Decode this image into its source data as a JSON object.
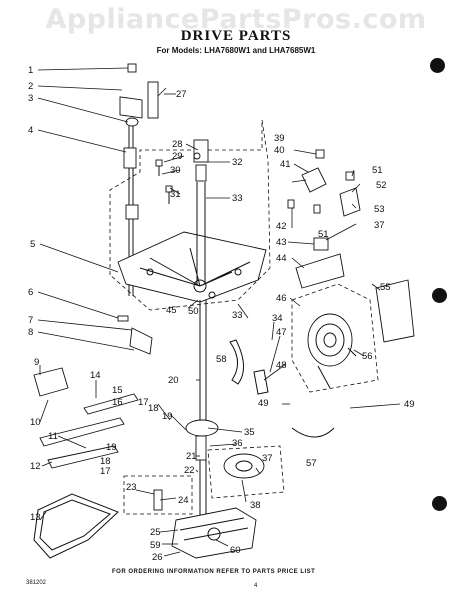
{
  "watermark": "AppliancePartsPros.com",
  "title": "DRIVE PARTS",
  "subtitle": "For Models: LHA7680W1 and LHA7685W1",
  "footer": "FOR ORDERING INFORMATION REFER TO PARTS PRICE LIST",
  "code": "381202",
  "page_number": "4",
  "callouts": [
    "1",
    "2",
    "3",
    "4",
    "5",
    "6",
    "7",
    "8",
    "9",
    "10",
    "11",
    "12",
    "13",
    "14",
    "15",
    "16",
    "17",
    "18",
    "19",
    "20",
    "21",
    "22",
    "23",
    "24",
    "25",
    "26",
    "27",
    "28",
    "29",
    "30",
    "31",
    "32",
    "33",
    "34",
    "35",
    "36",
    "37",
    "38",
    "39",
    "40",
    "41",
    "42",
    "43",
    "44",
    "45",
    "46",
    "47",
    "48",
    "49",
    "50",
    "51",
    "52",
    "53",
    "55",
    "56",
    "57",
    "58",
    "59",
    "60",
    "17",
    "18",
    "19",
    "33",
    "37",
    "49",
    "51"
  ]
}
